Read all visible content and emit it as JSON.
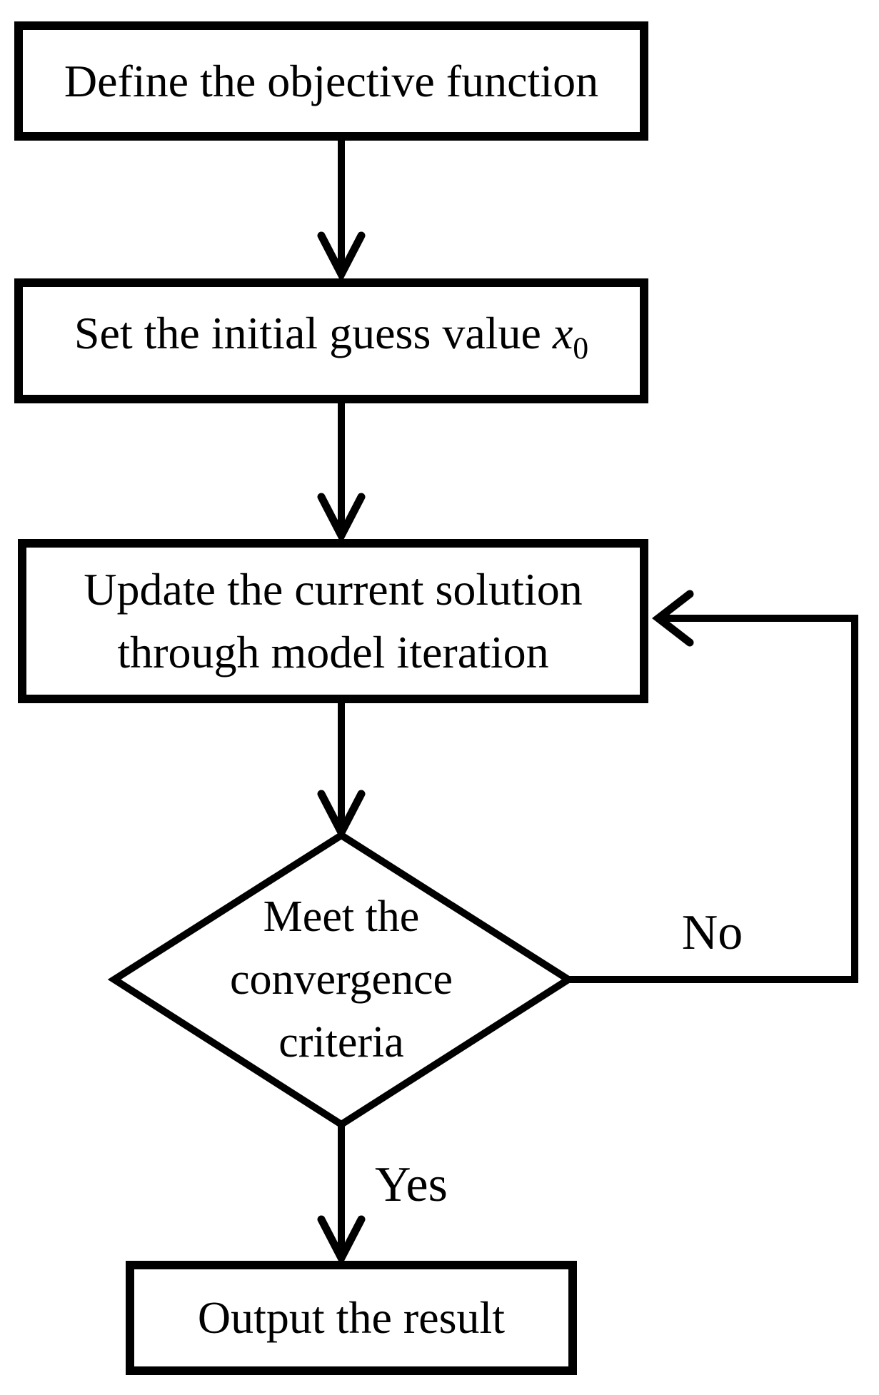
{
  "flowchart": {
    "type": "flowchart",
    "colors": {
      "stroke": "#000000",
      "fill": "#ffffff"
    },
    "nodes": [
      {
        "id": "define",
        "shape": "rectangle",
        "label": "Define the objective function"
      },
      {
        "id": "init",
        "shape": "rectangle",
        "label_prefix": "Set the initial guess value ",
        "var_symbol": "x",
        "var_subscript": "0"
      },
      {
        "id": "update",
        "shape": "rectangle",
        "line1": "Update the current solution",
        "line2": "through model iteration"
      },
      {
        "id": "decision",
        "shape": "diamond",
        "line1": "Meet the",
        "line2": "convergence",
        "line3": "criteria"
      },
      {
        "id": "output",
        "shape": "rectangle",
        "label": "Output the result"
      }
    ],
    "edges": [
      {
        "from": "define",
        "to": "init",
        "label": ""
      },
      {
        "from": "init",
        "to": "update",
        "label": ""
      },
      {
        "from": "update",
        "to": "decision",
        "label": ""
      },
      {
        "from": "decision",
        "to": "output",
        "label": "Yes"
      },
      {
        "from": "decision",
        "to": "update",
        "label": "No"
      }
    ],
    "labels": {
      "yes": "Yes",
      "no": "No"
    }
  }
}
